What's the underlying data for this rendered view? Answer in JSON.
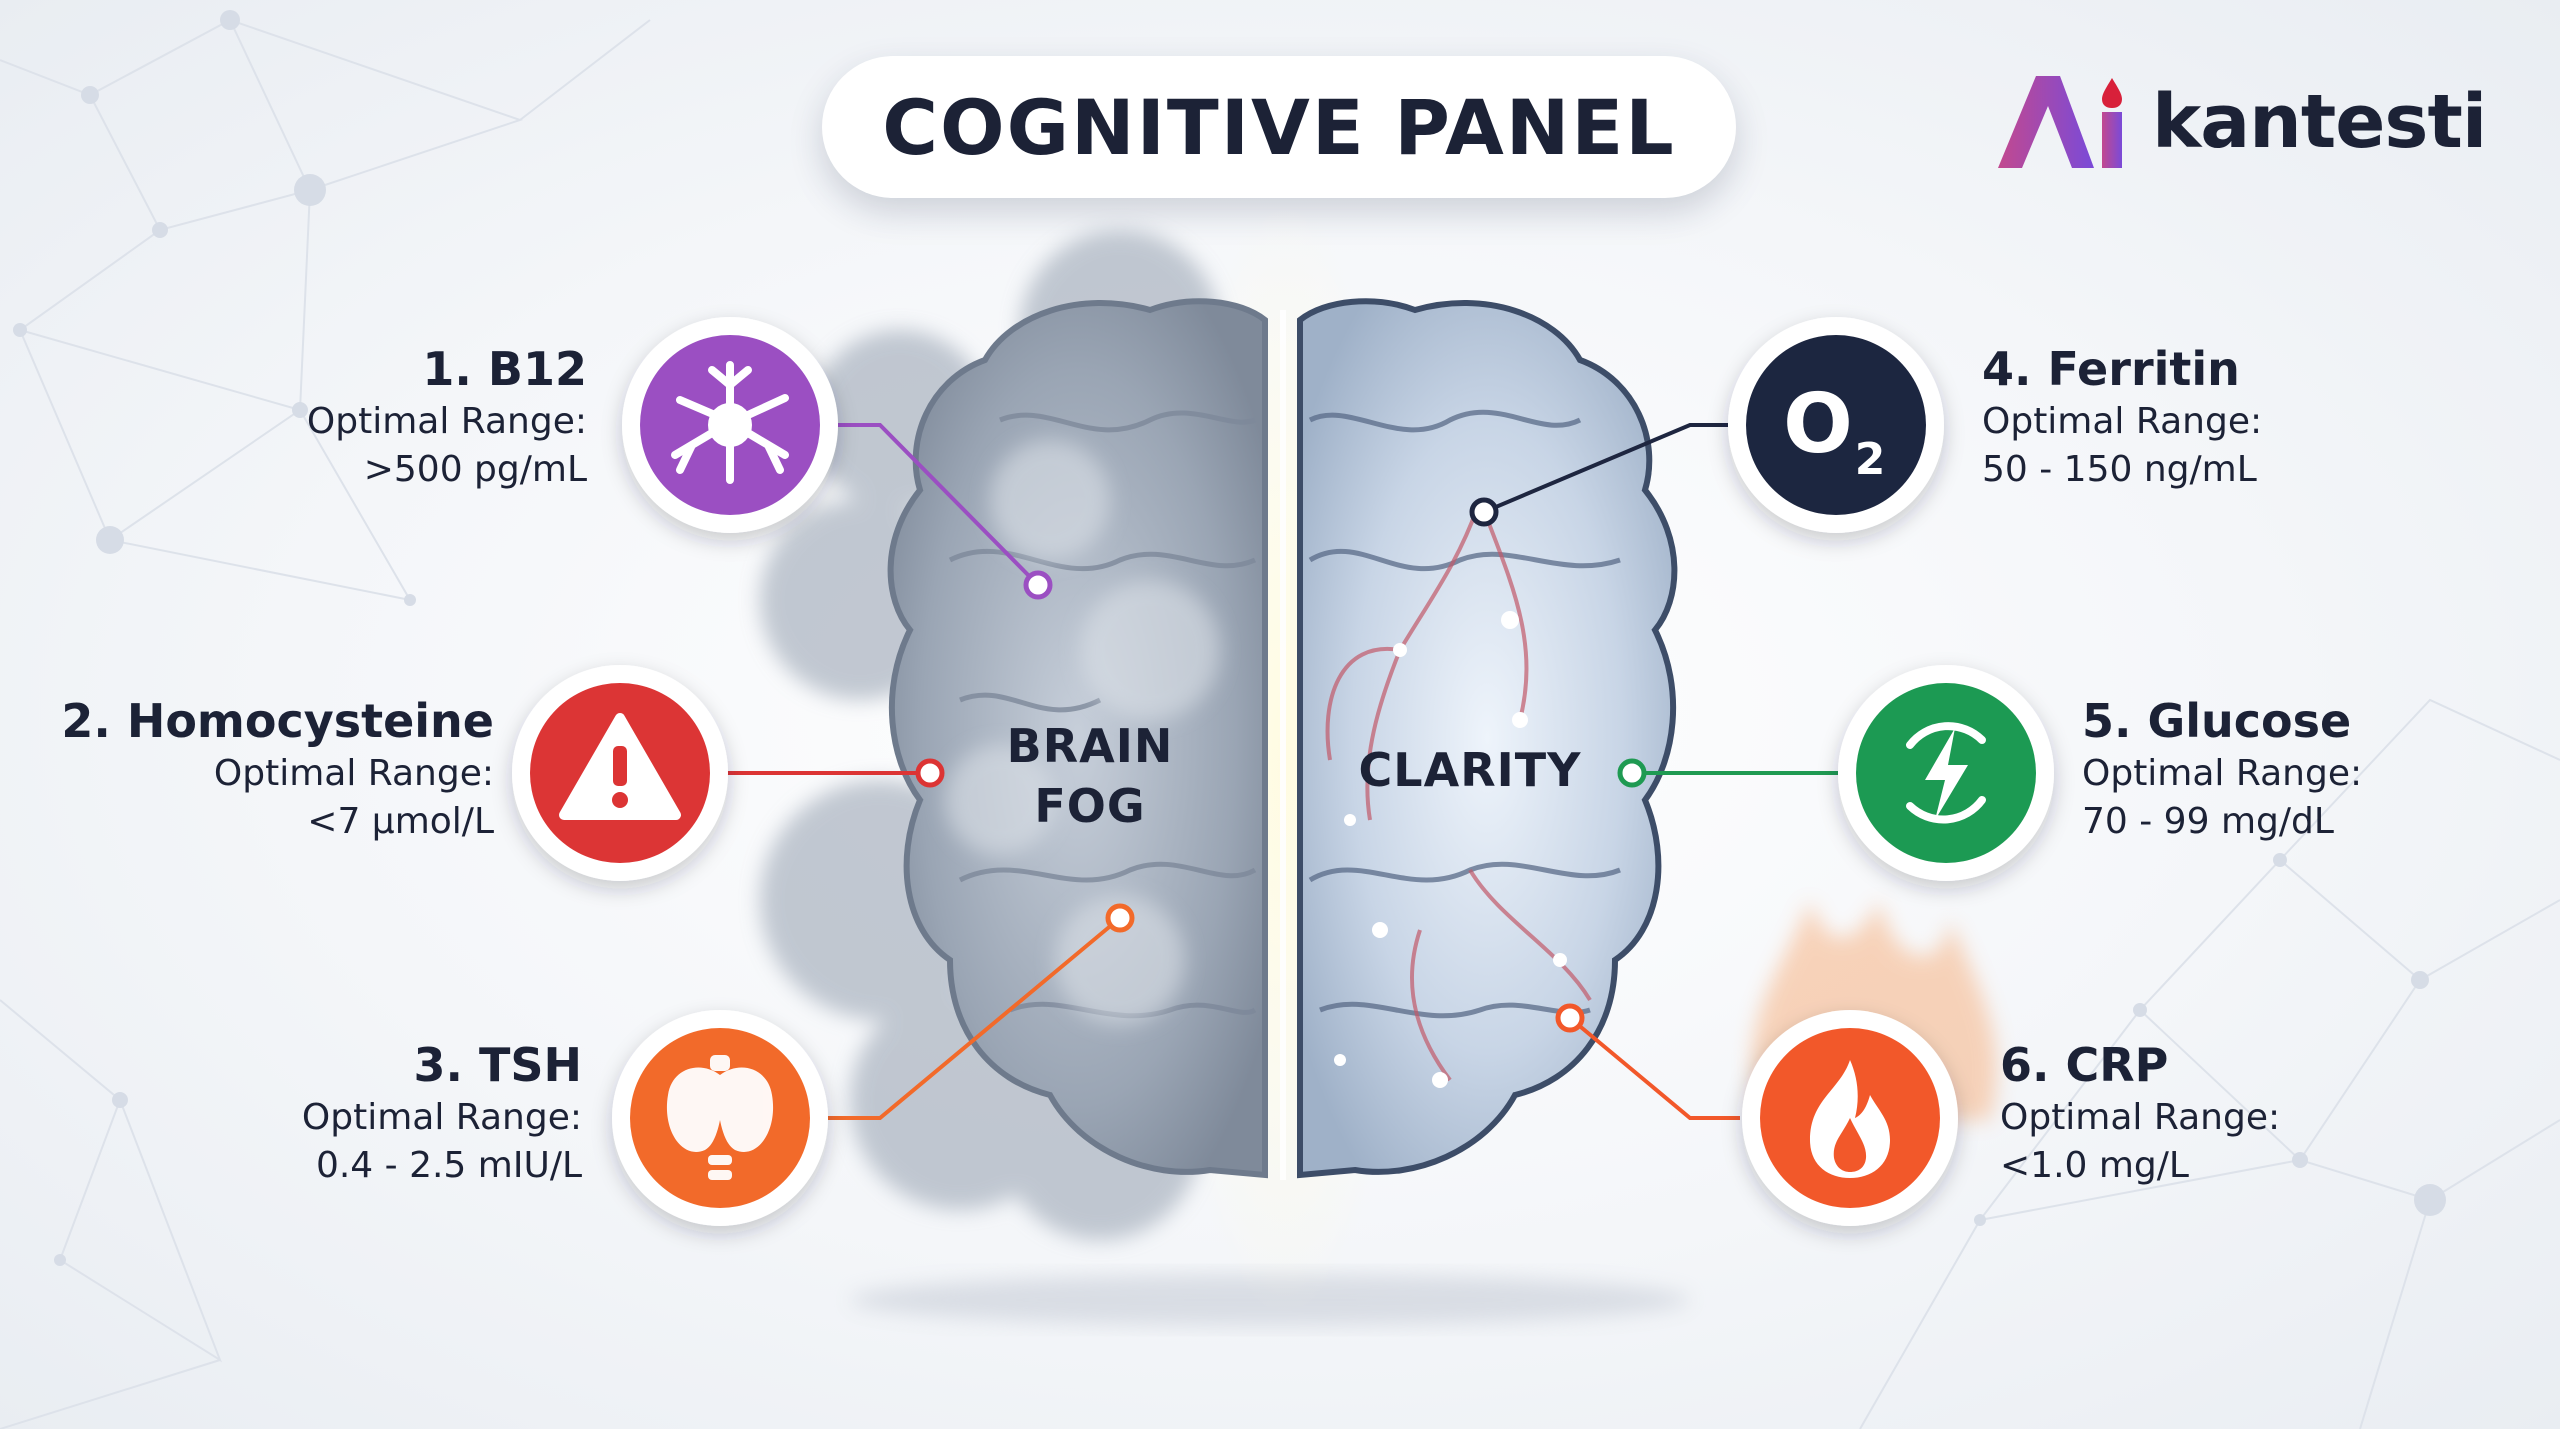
{
  "title": "COGNITIVE PANEL",
  "brand": {
    "name": "kantesti",
    "mark_colors": [
      "#c2498f",
      "#7a4ad8"
    ],
    "drop_color": "#d8203a"
  },
  "brain": {
    "fog_label": [
      "BRAIN",
      "FOG"
    ],
    "clarity_label": "CLARITY"
  },
  "range_label": "Optimal Range:",
  "markers": [
    {
      "name": "1. B12",
      "range": ">500 pg/mL",
      "icon": "neuron-icon",
      "color": "#9b4fc2",
      "side": "left"
    },
    {
      "name": "2. Homocysteine",
      "range": "<7 µmol/L",
      "icon": "warning-icon",
      "color": "#dc3434",
      "side": "left"
    },
    {
      "name": "3. TSH",
      "range": "0.4 - 2.5 mIU/L",
      "icon": "thyroid-icon",
      "color": "#f26a2a",
      "side": "left"
    },
    {
      "name": "4. Ferritin",
      "range": "50 - 150 ng/mL",
      "icon": "oxygen-icon",
      "color": "#1e2640",
      "side": "right",
      "icon_text": "O",
      "icon_sub": "2"
    },
    {
      "name": "5. Glucose",
      "range": "70 - 99 mg/dL",
      "icon": "energy-bolt-icon",
      "color": "#1f9a52",
      "side": "right"
    },
    {
      "name": "6. CRP",
      "range": "<1.0 mg/L",
      "icon": "flame-icon",
      "color": "#f2582a",
      "side": "right"
    }
  ]
}
